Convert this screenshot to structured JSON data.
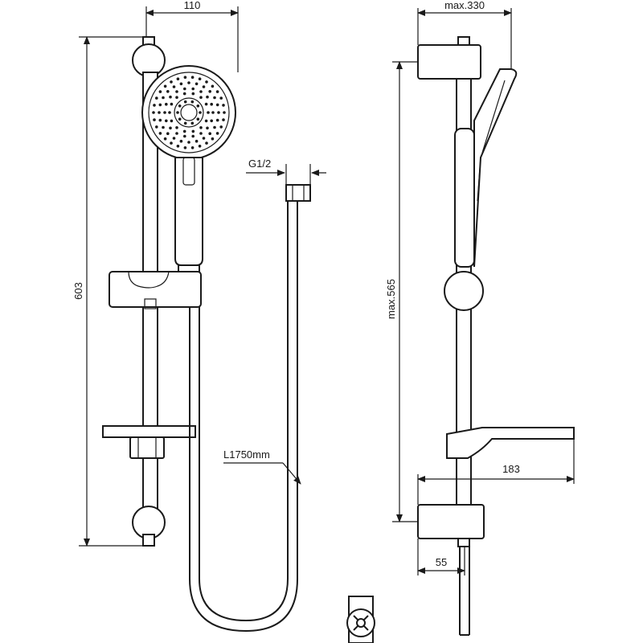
{
  "dimensions": {
    "front_width": "110",
    "total_height": "603",
    "thread": "G1/2",
    "hose_length": "L1750mm",
    "side_max_width": "max.330",
    "side_max_height": "max.565",
    "shelf_depth": "183",
    "wall_offset": "55"
  },
  "colors": {
    "line": "#1a1a1a",
    "background": "#ffffff"
  }
}
